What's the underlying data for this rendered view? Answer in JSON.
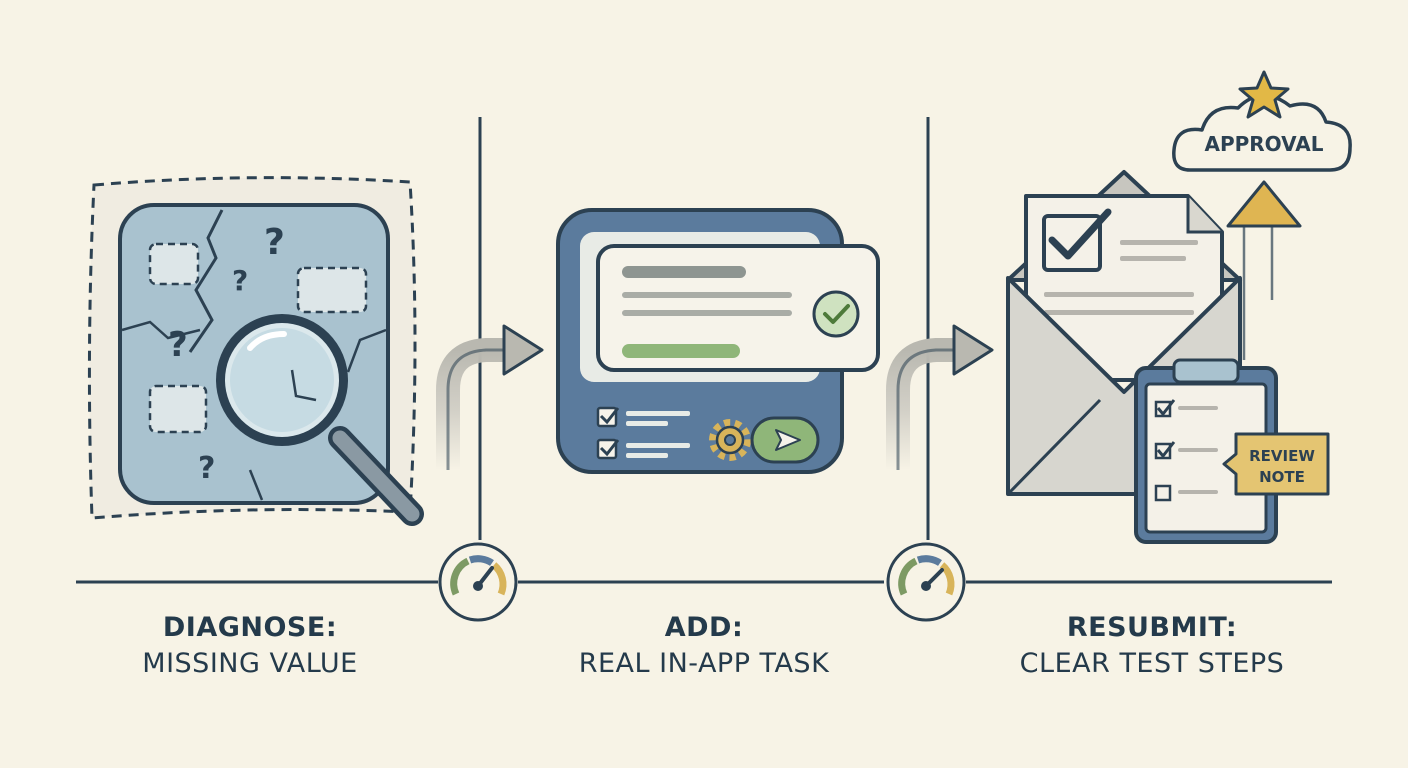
{
  "steps": [
    {
      "title": "DIAGNOSE:",
      "subtitle": "MISSING VALUE"
    },
    {
      "title": "ADD:",
      "subtitle": "REAL IN-APP TASK"
    },
    {
      "title": "RESUBMIT:",
      "subtitle": "CLEAR TEST STEPS"
    }
  ],
  "badges": {
    "approval": "APPROVAL",
    "review_line1": "REVIEW",
    "review_line2": "NOTE"
  },
  "icons": {
    "step1": "magnifying-glass-over-broken-app-icon",
    "step2": "app-task-card-icon",
    "step3": "envelope-with-checklist-icon",
    "connector": "curved-arrow-icon",
    "milestone": "gauge-icon",
    "approval": "star-cloud-icon"
  },
  "colors": {
    "background": "#f7f3e6",
    "ink": "#2c4152",
    "blue": "#5b7b9d",
    "pale_blue": "#a9c2cf",
    "green": "#8fb679",
    "gold": "#d8b45a",
    "gray": "#c9c7bf"
  }
}
